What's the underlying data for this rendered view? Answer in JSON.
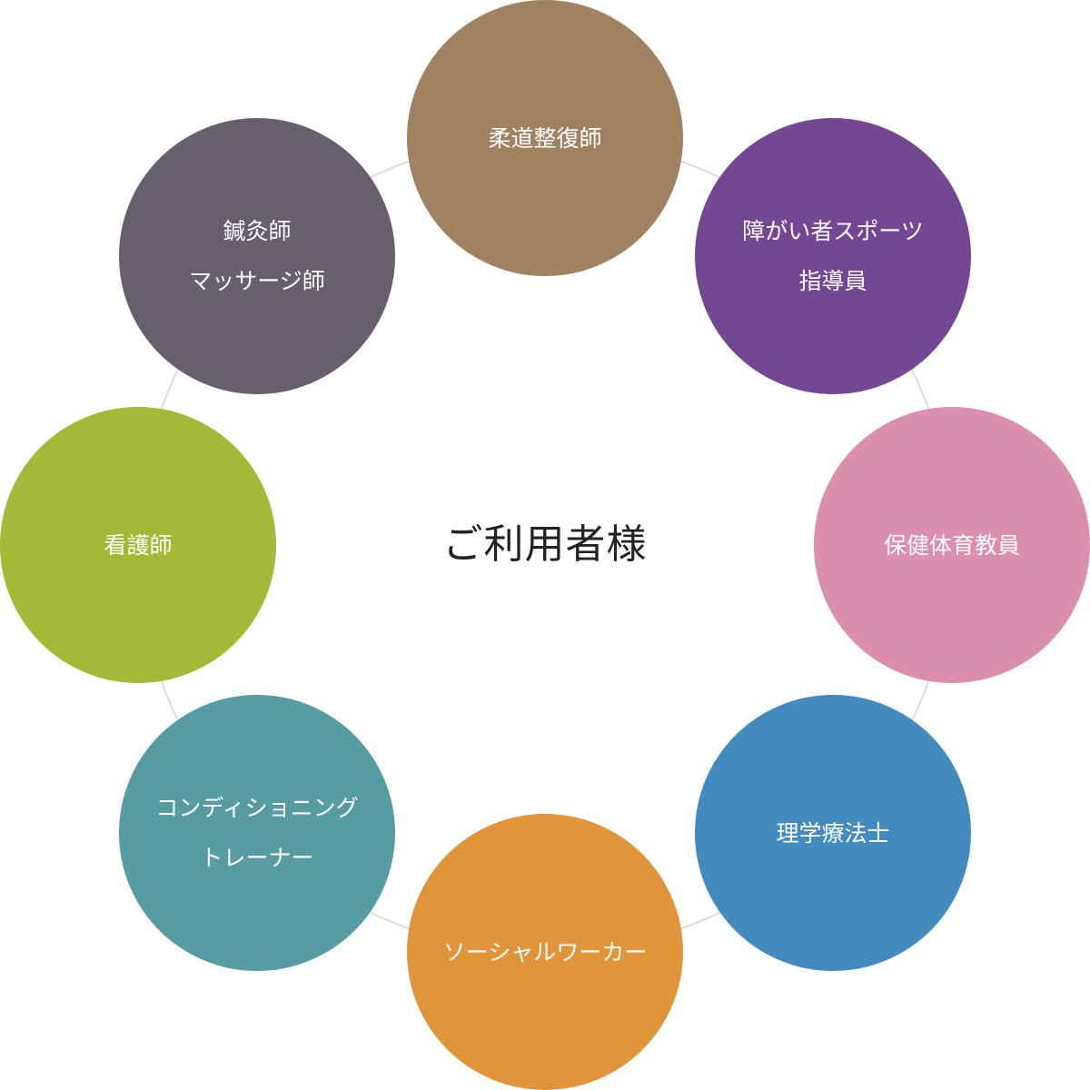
{
  "center": {
    "label": "ご利用者様"
  },
  "ring_color": "#dddddd",
  "nodes": [
    {
      "lines": [
        "柔道整復師"
      ],
      "color": "#a08261"
    },
    {
      "lines": [
        "障がい者スポーツ",
        "指導員"
      ],
      "color": "#734794"
    },
    {
      "lines": [
        "保健体育教員"
      ],
      "color": "#db8fac"
    },
    {
      "lines": [
        "理学療法士"
      ],
      "color": "#438bbf"
    },
    {
      "lines": [
        "ソーシャルワーカー"
      ],
      "color": "#e0953b"
    },
    {
      "lines": [
        "コンディショニング",
        "トレーナー"
      ],
      "color": "#569ca0"
    },
    {
      "lines": [
        "看護師"
      ],
      "color": "#a6b838"
    },
    {
      "lines": [
        "鍼灸師",
        "マッサージ師"
      ],
      "color": "#675e6e"
    }
  ]
}
